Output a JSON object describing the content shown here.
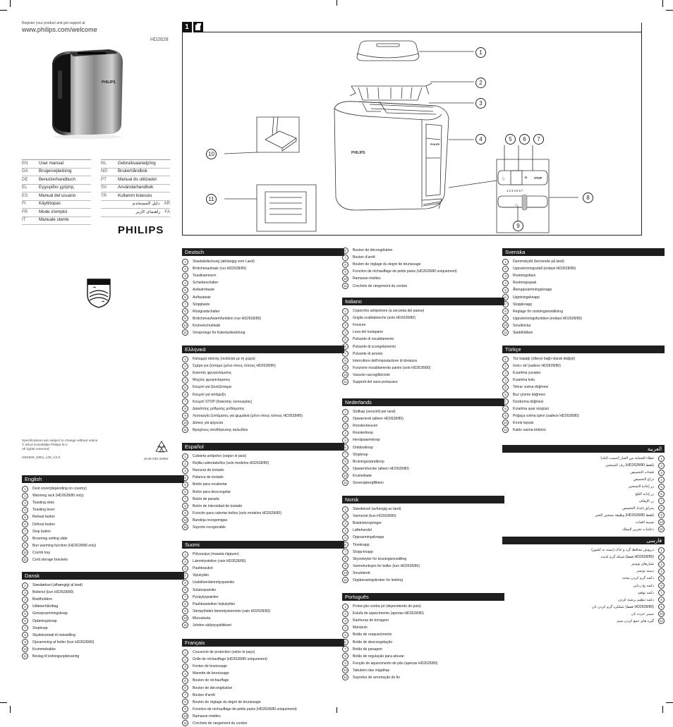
{
  "header": {
    "register_line": "Register your product and get support at",
    "url": "www.philips.com/welcome",
    "model": "HD2628",
    "page_number": "1",
    "brand": "PHILIPS"
  },
  "languages_left": [
    {
      "code": "EN",
      "name": "User manual"
    },
    {
      "code": "DA",
      "name": "Brugervejledning"
    },
    {
      "code": "DE",
      "name": "Benutzerhandbuch"
    },
    {
      "code": "EL",
      "name": "Εγχειρίδιο χρήσης"
    },
    {
      "code": "ES",
      "name": "Manual del usuario"
    },
    {
      "code": "FI",
      "name": "Käyttöopas"
    },
    {
      "code": "FR",
      "name": "Mode d'emploi"
    },
    {
      "code": "IT",
      "name": "Manuale utente"
    }
  ],
  "languages_right": [
    {
      "code": "NL",
      "name": "Gebruiksaanwijzing"
    },
    {
      "code": "NO",
      "name": "Brukerhåndbok"
    },
    {
      "code": "PT",
      "name": "Manual do utilizador"
    },
    {
      "code": "SV",
      "name": "Användarhandbok"
    },
    {
      "code": "TR",
      "name": "Kullanım kılavuzu"
    },
    {
      "code": "AR",
      "name": "دليل المستخدم"
    },
    {
      "code": "FA",
      "name": "راهنمای کاربر"
    }
  ],
  "fine_print": {
    "line1": "Specifications are subject to change without notice",
    "line2": "© 2014 Koninklijke Philips N.V.",
    "line3": "All rights reserved.",
    "doc_code": "HD2628_WEU_UM_V2.0",
    "part_code": "3140 035 32962"
  },
  "panel_labels": {
    "stop": "STOP",
    "scale": "1 2 3 4 5 6 7",
    "toaster_brand": "PHILIPS"
  },
  "callouts": [
    "1",
    "2",
    "3",
    "4",
    "5",
    "6",
    "7",
    "8",
    "9",
    "10",
    "11"
  ],
  "sections": {
    "english": {
      "title": "English",
      "items": [
        "Dust cover(depending on country)",
        "Warming rack (HD2628/80 only)",
        "Toasting slots",
        "Toasting lever",
        "Reheat button",
        "Defrost button",
        "Stop button",
        "Browning setting slide",
        "Bun warming function (HD2628/80 only)",
        "Crumb tray",
        "Cord storage brackets"
      ]
    },
    "dansk": {
      "title": "Dansk",
      "items": [
        "Støvdæksel (afhængigt af land)",
        "Bollerist (kun HD2628/80)",
        "Brødholdere",
        "Udløserhåndtag",
        "Genopvarmningsknap",
        "Optøningsknap",
        "Stopknap",
        "Skydekontakt til ristestilling",
        "Opvarmning af boller (kun HD2628/80)",
        "Krummebakke",
        "Beslag til ledningsopbevaring"
      ]
    },
    "deutsch": {
      "title": "Deutsch",
      "items": [
        "Staubabdeckung (abhängig vom Land)",
        "Brötchenaufsatz (nur HD2628/80)",
        "Toastkammern",
        "Schiebeschalter",
        "Aufwärmtaste",
        "Auftautaste",
        "Stopptaste",
        "Röstgradschalter",
        "Brötchenaufwärmfunktion (nur HD2628/80)",
        "Krümelschublade",
        "Vorsprünge für Kabelaufwicklung"
      ]
    },
    "ellinika": {
      "title": "Ελληνικά",
      "items": [
        "Κάλυμμα σκόνης (ανάλογα με τη χώρα)",
        "Σχάρα για ζέσταμα (μόνο στους τύπους HD2628/80)",
        "Εγκοπές φρυγανίσματος",
        "Μοχλός φρυγανίσματος",
        "Κουμπί για ξαναζέσταμα",
        "Κουμπί για απόψυξη",
        "Κουμπί STOP (διακοπής λειτουργίας)",
        "Διακόπτης ρύθμισης ροδίσματος",
        "Λειτουργία ζεστάματος για ψωμάκια (μόνο στους τύπους HD2628/80)",
        "Δίσκος για ψίχουλα",
        "Βραχίονες αποθήκευσης καλωδίου"
      ]
    },
    "espanol": {
      "title": "Español",
      "items": [
        "Cubierta antipolvo (según el país)",
        "Rejilla calientabollos (solo modelos HD2628/80)",
        "Ranuras de tostado",
        "Palanca de tostado",
        "Botón para recalentar",
        "Botón para descongelar",
        "Botón de parada",
        "Botón de intensidad de tostado",
        "Función para calentar bollos (solo modelos HD2628/80)",
        "Bandeja recogemigas",
        "Soporte recogecable"
      ]
    },
    "suomi": {
      "title": "Suomi",
      "items": [
        "Pölysuojus (maasta riippuen)",
        "Lämmitysteline (vain HD2628/80)",
        "Paahtoaukot",
        "Vipukytkin",
        "Uudelleenlämmityspainike",
        "Sulatuspainike",
        "Pysäytyspainike",
        "Paahtoasteikon liukukytkin",
        "Sämpylöiden lämmitystoiminto (vain HD2628/80)",
        "Murualusta",
        "Johdon säilytyspidikkeet"
      ]
    },
    "francais": {
      "title": "Français",
      "items": [
        "Couvercle de protection (selon le pays)",
        "Grille de réchauffage (HD2628/80 uniquement)",
        "Fentes de brunissage",
        "Manette de brunissage",
        "Bouton de réchauffage",
        "Bouton de décongélation",
        "Bouton d'arrêt",
        "Bouton de réglage du degré de brunissage",
        "Fonction de réchauffage de petits pains (HD2628/80 uniquement)",
        "Ramasse-miettes",
        "Crochets de rangement du cordon"
      ]
    },
    "italiano": {
      "title": "Italiano",
      "items": [
        "Coperchio antipolvere (a seconda del paese)",
        "Griglia scaldabrioche (solo HD2628/80)",
        "Fessure",
        "Leva del tostapane",
        "Pulsante di riscaldamento",
        "Pulsante di scongelamento",
        "Pulsante di arresto",
        "Interruttore dell'impostazione di doratura",
        "Funzione riscaldamento panini (solo HD2628/80)",
        "Vassoio raccoglibriciole",
        "Supporti del vano portacavo"
      ]
    },
    "nederlands": {
      "title": "Nederlands",
      "items": [
        "Stofkap (verschilt per land)",
        "Opwarmrek (alleen HD2628/80)",
        "Roostersleuven",
        "Roosterknop",
        "Herstpwarmknop",
        "Ontdooiknop",
        "Stopknop",
        "Bruiningsstandknop",
        "Opwarmfunctie (alleen HD2628/80)",
        "Kruimellade",
        "Snoeropbergflikken"
      ]
    },
    "norsk": {
      "title": "Norsk",
      "items": [
        "Støvdeksel (avhengig av land)",
        "Varmerist (kun HD2628/80)",
        "Brødristerspringer",
        "Løftehendel",
        "Oppvarmingsknapp",
        "Tineknapp",
        "Stopp-knapp",
        "Skyvebryter for bruningsinnstilling",
        "Varmefunksjon for boller (kun HD2628/80)",
        "Smulebrett",
        "Oppbevaringskroker for ledning"
      ]
    },
    "portugues": {
      "title": "Português",
      "items": [
        "Protecção contra pó (dependendo do país)",
        "Estufa de aquecimento (apenas HD2628/80)",
        "Ranhuras de torragem",
        "Manípulo",
        "Botão de reaquecimento",
        "Botão de descongelação",
        "Botão de paragem",
        "Botão de regulação para alourar",
        "Função de aquecimento de pão (apenas HD2628/80)",
        "Tabuleiro das migalhas",
        "Suportes de arrumação do fio"
      ]
    },
    "svenska": {
      "title": "Svenska",
      "items": [
        "Dammskydd (beroende på land)",
        "Uppvärmningsställ (endast HD2628/80)",
        "Rostningsfack",
        "Rostningsspak",
        "Återuppvärmningsknapp",
        "Upptiningsknapp",
        "Stoppknapp",
        "Reglage för rostningsinställning",
        "Uppvärmningsfunktion (endast HD2628/80)",
        "Smulbricka",
        "Sladdhållare"
      ]
    },
    "turkce": {
      "title": "Türkçe",
      "items": [
        "Toz kapağı (ülkeye bağlı olarak değişir)",
        "Isıtıcı raf (sadece HD2628/80)",
        "Kızartma yuvaları",
        "Kızartma kolu",
        "Tekrar ısıtma düğmesi",
        "Buz çözme düğmesi",
        "Durdurma düğmesi",
        "Kızartma ayar sürgüsü",
        "Poğaça ısıtma işlevi (sadece HD2628/80)",
        "Kırıntı tepsisi",
        "Kablo sarma bölümü"
      ]
    },
    "arabic": {
      "title": "العربية",
      "items": [
        "غطاء للحماية من الغبار (حسب البلد)",
        "رف التسخين (HD2628/80 فقط)",
        "فتحات التحميص",
        "ذراع التحميص",
        "زر إعادة التسخين",
        "زر إذابة الثلج",
        "زر الإيقاف",
        "منزلق إعداد التحميص",
        "وظيفة تسخين الخبز (HD2628/80 فقط)",
        "صينية الفتات",
        "دعامات تخزين السلك"
      ]
    },
    "farsi": {
      "title": "فارسی",
      "items": [
        "درپوش محافظ گرد و خاک (بسته به کشور)",
        "شبکه گرم کننده (فقط HD2628/80)",
        "شیارهای توستر",
        "دسته توستر",
        "دکمه گرم کردن مجدد",
        "دکمه یخ زدایی",
        "دکمه توقف",
        "دکمه تنظیم برشته کردن",
        "عملکرد گرم کردن نان (فقط HD2628/80)",
        "سینی خرده نان",
        "گیره های جمع کردن سیم"
      ]
    }
  }
}
